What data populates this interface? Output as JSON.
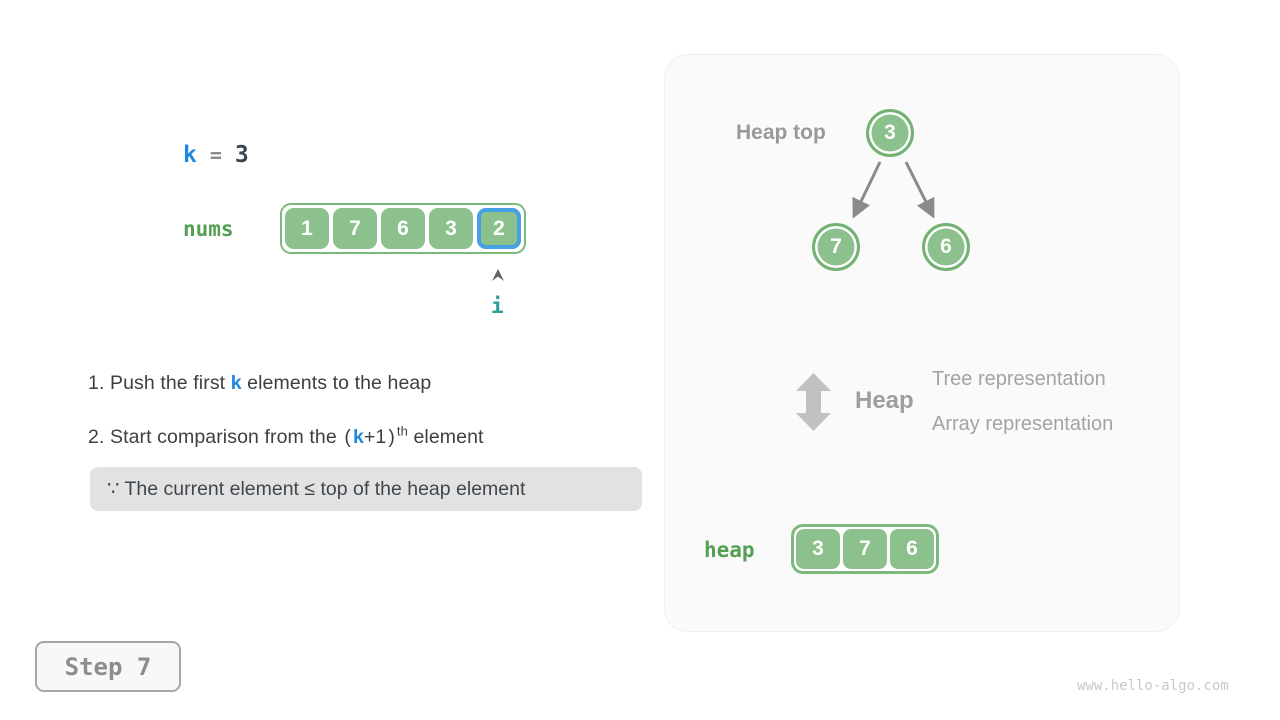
{
  "variables": {
    "k_label": "k",
    "equals": "=",
    "k_value": "3"
  },
  "nums": {
    "label": "nums",
    "cells": [
      "1",
      "7",
      "6",
      "3",
      "2"
    ],
    "highlighted_index": 4,
    "pointer_label": "i"
  },
  "instructions": {
    "line1": {
      "prefix": "1. Push the first ",
      "k": "k",
      "suffix": " elements to the heap"
    },
    "line2": {
      "prefix": "2. Start comparison from the ",
      "open_paren": "(",
      "k": "k",
      "plus_one": "+1",
      "close_paren": ")",
      "superscript": "th",
      "suffix": " element"
    },
    "note": "∵ The current element ≤ top of the heap element"
  },
  "panel": {
    "heap_top_label": "Heap top",
    "tree": {
      "root": "3",
      "left_child": "7",
      "right_child": "6"
    },
    "legend": {
      "title": "Heap",
      "line1": "Tree representation",
      "line2": "Array representation"
    },
    "heap": {
      "label": "heap",
      "cells": [
        "3",
        "7",
        "6"
      ]
    }
  },
  "footer": {
    "step_label": "Step 7",
    "watermark": "www.hello-algo.com"
  },
  "colors": {
    "cell_green": "#8cc08c",
    "container_border_green": "#7cba7c",
    "node_border_green": "#74b274",
    "label_green": "#53a053",
    "highlight_blue": "#45a1e4",
    "k_blue": "#1d88e0",
    "pointer_teal": "#2b9d9d",
    "tree_arrow_gray": "#8a8a8a",
    "legend_gray": "#9e9e9e",
    "note_background": "#e2e2e2",
    "panel_background": "#fafafa"
  }
}
